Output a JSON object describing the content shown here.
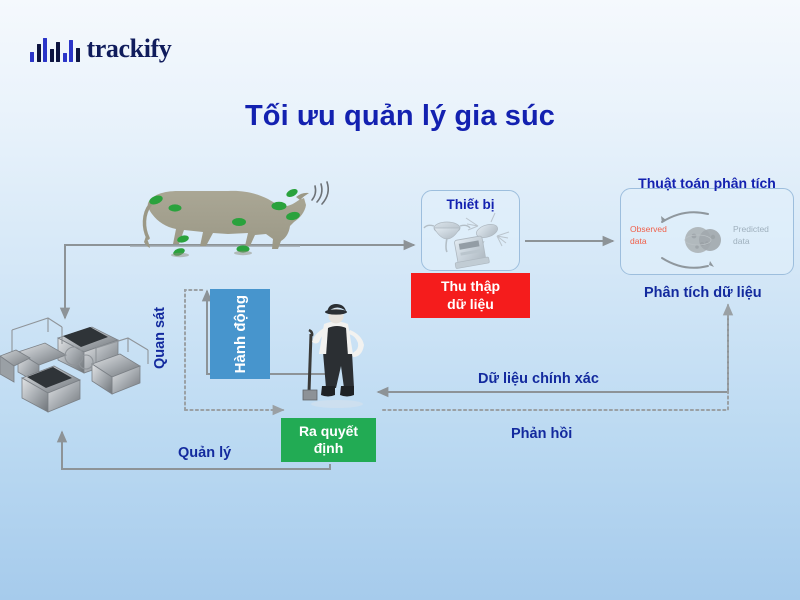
{
  "brand": {
    "name": "trackify",
    "icon": "bar-chart-icon",
    "text_color": "#101c5c",
    "bars": [
      {
        "height": 10,
        "color": "#2b35c8"
      },
      {
        "height": 18,
        "color": "#0d1440"
      },
      {
        "height": 24,
        "color": "#2b35c8"
      },
      {
        "height": 13,
        "color": "#0d1440"
      },
      {
        "height": 20,
        "color": "#0d1440"
      },
      {
        "height": 9,
        "color": "#2b35c8"
      },
      {
        "height": 22,
        "color": "#2b35c8"
      },
      {
        "height": 14,
        "color": "#0d1440"
      }
    ]
  },
  "title": "Tối ưu quản lý gia súc",
  "colors": {
    "title": "#1321b0",
    "label": "#132a9e",
    "collect_box": "#f51c1c",
    "decision_box": "#22ab54",
    "action_box": "#4795cd",
    "arrow": "#8d9397",
    "observed": "#f0604a",
    "predicted": "#9fb0bd",
    "cow": "#a3a08e",
    "sensor": "#2aa23d",
    "bg_top": "#f5f9fd",
    "bg_bottom": "#a6cbec"
  },
  "diagram": {
    "device_box": {
      "title": "Thiết bị"
    },
    "algorithm_box": {
      "title": "Thuật toán phân tích",
      "observed_label": "Observed data",
      "predicted_label": "Predicted data"
    },
    "collect_box": {
      "line1": "Thu thập",
      "line2": "dữ liệu"
    },
    "decision_box": {
      "line1": "Ra quyết",
      "line2": "định"
    },
    "action_box": {
      "label": "Hành động"
    },
    "labels": {
      "observe": "Quan sát",
      "manage": "Quản lý",
      "analysis": "Phân tích dữ liệu",
      "accurate_data": "Dữ liệu chính xác",
      "feedback": "Phản hồi"
    },
    "illustrations": {
      "cow": "cow-with-sensors-illustration",
      "workstation": "computer-workstation-illustration",
      "farmer": "farmer-figure-illustration",
      "signal": "wifi-signal-icon"
    }
  }
}
